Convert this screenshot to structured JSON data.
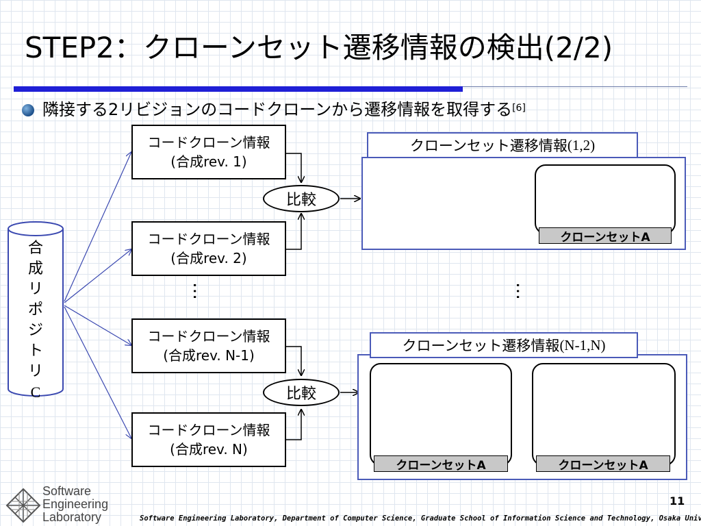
{
  "slide": {
    "title": "STEP2：クローンセット遷移情報の検出(2/2)",
    "bullet": "隣接する2リビジョンのコードクローンから遷移情報を取得する",
    "bullet_ref": "[6]",
    "page_number": "11",
    "footer": "Software Engineering Laboratory, Department of Computer Science, Graduate School of Information Science and Technology, Osaka University",
    "logo_lines": [
      "Software",
      "Engineering",
      "Laboratory"
    ]
  },
  "diagram": {
    "repository_label_chars": [
      "合",
      "成",
      "リ",
      "ポ",
      "ジ",
      "ト",
      "リ",
      "C"
    ],
    "info_boxes": [
      {
        "line1": "コードクローン情報",
        "line2": "(合成rev. 1)"
      },
      {
        "line1": "コードクローン情報",
        "line2": "(合成rev. 2)"
      },
      {
        "line1": "コードクローン情報",
        "line2": "(合成rev. N-1)"
      },
      {
        "line1": "コードクローン情報",
        "line2": "(合成rev. N)"
      }
    ],
    "compare_label": "比較",
    "ellipsis": "…",
    "panels": [
      {
        "title_prefix": "クローンセット遷移情報",
        "title_suffix": "(1,2)",
        "cloneset_labels": [
          "クローンセットA"
        ]
      },
      {
        "title_prefix": "クローンセット遷移情報",
        "title_suffix": "(N-1,N)",
        "cloneset_labels": [
          "クローンセットA",
          "クローンセットA"
        ]
      }
    ]
  },
  "colors": {
    "title_rule": "#1f1fd6",
    "panel_border": "#4a5ab8",
    "fragment_fill": "#f08080",
    "curved_arrow": "#7cc060",
    "cloneset_label_bg": "#c8c8c8"
  }
}
